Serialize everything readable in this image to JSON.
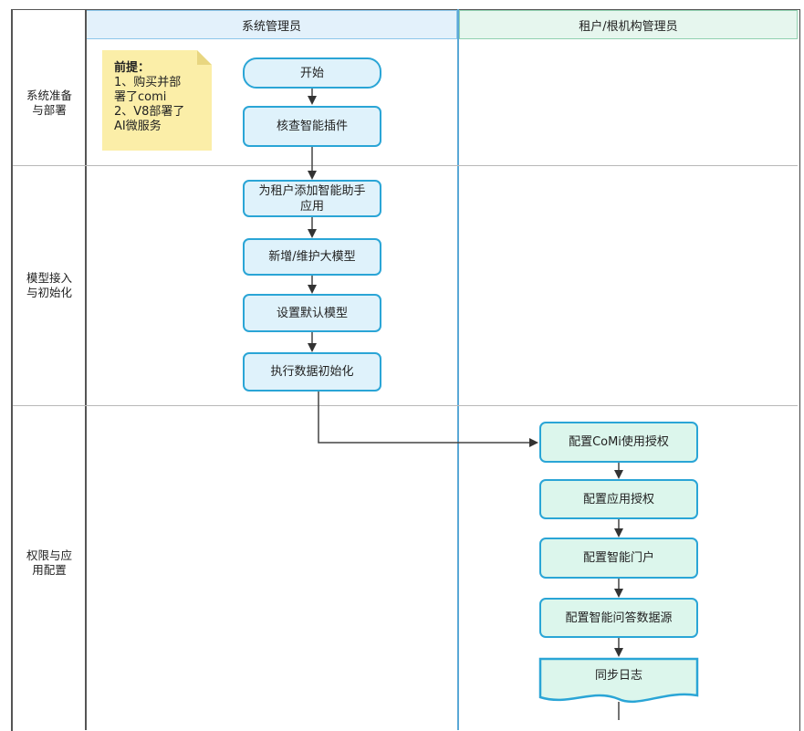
{
  "lanes": {
    "admin": "系统管理员",
    "tenant": "租户/根机构管理员"
  },
  "phases": {
    "p1": "系统准备与部署",
    "p2": "模型接入与初始化",
    "p3": "权限与应用配置"
  },
  "note": {
    "title": "前提：",
    "line1": "1、购买并部",
    "line2": "署了comi",
    "line3": "2、V8部署了",
    "line4": "AI微服务"
  },
  "nodes": {
    "start": "开始",
    "check_plugin": "核查智能插件",
    "add_app": "为租户添加智能助手应用",
    "maintain_model": "新增/维护大模型",
    "default_model": "设置默认模型",
    "init_data": "执行数据初始化",
    "comi_auth": "配置CoMi使用授权",
    "app_auth": "配置应用授权",
    "portal": "配置智能门户",
    "qa_source": "配置智能问答数据源",
    "sync_log": "同步日志"
  }
}
